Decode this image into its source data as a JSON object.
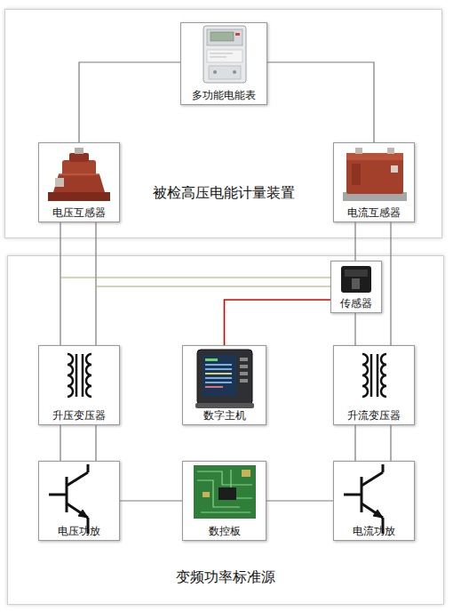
{
  "diagram": {
    "nodes": [
      {
        "text": [
          "被检高压电能计量装置"
        ]
      },
      {
        "text": [
          "多功能电能表"
        ],
        "in": 0
      },
      {
        "text": [
          "电压互感器"
        ],
        "in": 0
      },
      {
        "text": [
          "电流互感器"
        ],
        "in": 0
      },
      {
        "text": [
          "变频功率标准源"
        ]
      },
      {
        "text": [
          "传感器"
        ],
        "in": 4
      },
      {
        "text": [
          "升压变压器"
        ],
        "in": 4
      },
      {
        "text": [
          "数字主机"
        ],
        "in": 4
      },
      {
        "text": [
          "升流变压器"
        ],
        "in": 4
      },
      {
        "text": [
          "电压功放"
        ],
        "in": 4
      },
      {
        "text": [
          "数控板"
        ],
        "in": 4
      },
      {
        "text": [
          "电流功放"
        ],
        "in": 4
      }
    ],
    "edges": [
      {
        "from": 1,
        "to": 2,
        "arrow": "none"
      },
      {
        "from": 1,
        "to": 3,
        "arrow": "none"
      },
      {
        "from": 2,
        "to": 6,
        "arrow": "none"
      },
      {
        "from": 3,
        "to": 5,
        "arrow": "none"
      },
      {
        "from": 5,
        "to": 8,
        "arrow": "none"
      },
      {
        "from": 3,
        "to": 8,
        "arrow": "none"
      },
      {
        "from": 2,
        "to": 5,
        "arrow": "none"
      },
      {
        "from": 7,
        "to": 5,
        "arrow": "none"
      },
      {
        "from": 6,
        "to": 9,
        "arrow": "none"
      },
      {
        "from": 8,
        "to": 11,
        "arrow": "none"
      },
      {
        "from": 10,
        "to": 9,
        "arrow": "none"
      },
      {
        "from": 10,
        "to": 11,
        "arrow": "none"
      }
    ]
  }
}
